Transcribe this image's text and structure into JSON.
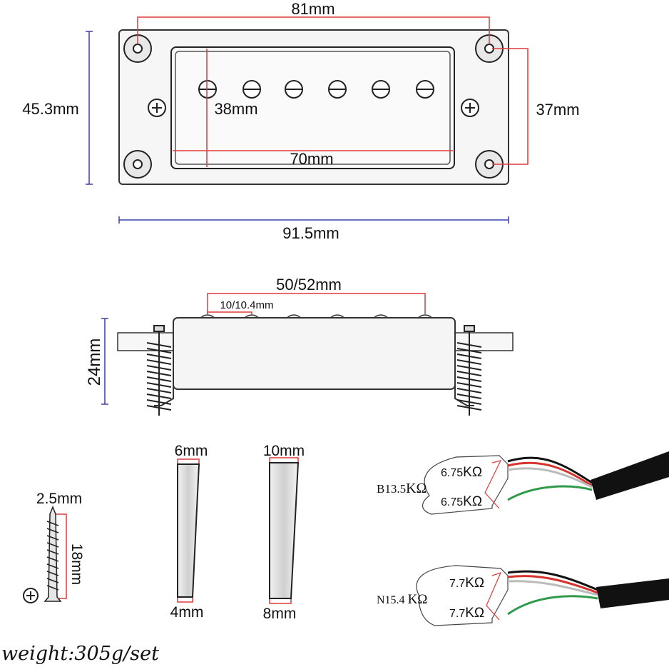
{
  "top_view": {
    "dims": {
      "top_hole_spacing": "81mm",
      "height": "45.3mm",
      "cover_height": "38mm",
      "cover_width": "70mm",
      "right_hole_spacing": "37mm",
      "total_width": "91.5mm"
    }
  },
  "side_view": {
    "dims": {
      "pole_span": "50/52mm",
      "pole_spacing": "10/10.4mm",
      "height": "24mm"
    }
  },
  "screw": {
    "diameter": "2.5mm",
    "length": "18mm"
  },
  "shims": [
    {
      "top": "6mm",
      "bottom": "4mm"
    },
    {
      "top": "10mm",
      "bottom": "8mm"
    }
  ],
  "wiring": [
    {
      "name": "B13.5",
      "coil_a": "6.75",
      "coil_b": "6.75",
      "unit": "KΩ"
    },
    {
      "name": "N15.4",
      "coil_a": "7.7",
      "coil_b": "7.7",
      "unit": "KΩ"
    }
  ],
  "weight": "weight:305g/set",
  "colors": {
    "dimension_red": "#e03a3a",
    "dimension_blue": "#3b3fa8",
    "wire_red": "#d8322c",
    "wire_green": "#2e9a4a",
    "cable_black": "#111111"
  }
}
